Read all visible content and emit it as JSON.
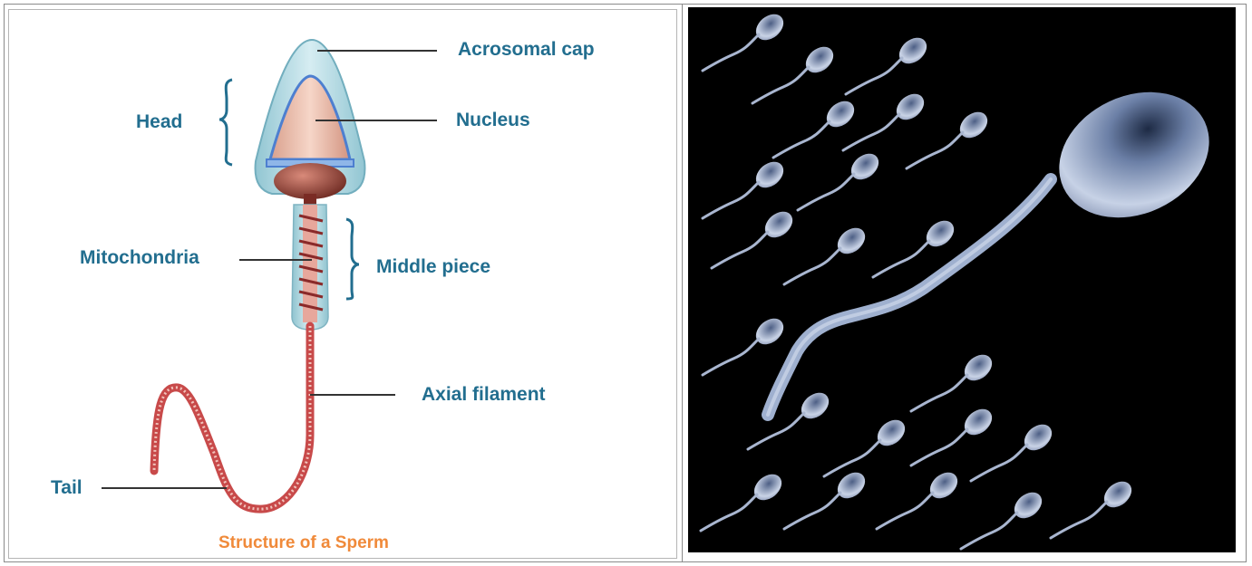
{
  "diagram": {
    "labels": {
      "acrosomal_cap": "Acrosomal cap",
      "head": "Head",
      "nucleus": "Nucleus",
      "mitochondria": "Mitochondria",
      "middle_piece": "Middle piece",
      "axial_filament": "Axial filament",
      "tail": "Tail"
    },
    "caption": "Structure of a Sperm",
    "colors": {
      "label": "#226e8f",
      "caption": "#f08a3a",
      "acrosome": "#a9d6df",
      "nucleus": "#e8b6a4",
      "tail": "#c84a4a"
    }
  },
  "photo": {
    "icon": "swimming-sperm-cells-image",
    "colors": {
      "background": "#000000",
      "cell": "#b8c6dc"
    }
  }
}
